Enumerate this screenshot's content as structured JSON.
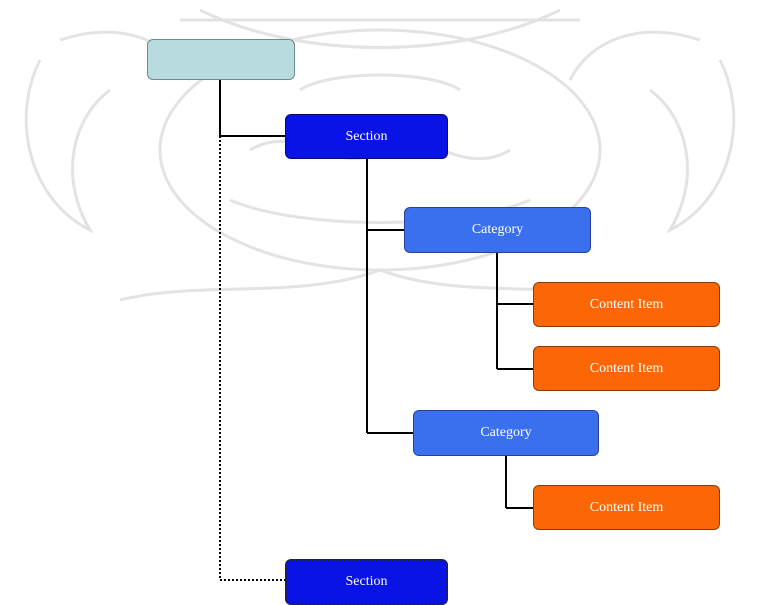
{
  "root": {
    "label": ""
  },
  "sections": [
    {
      "label": "Section"
    },
    {
      "label": "Section"
    }
  ],
  "categories": [
    {
      "label": "Category"
    },
    {
      "label": "Category"
    }
  ],
  "content_items": [
    {
      "label": "Content Item"
    },
    {
      "label": "Content Item"
    },
    {
      "label": "Content Item"
    }
  ],
  "colors": {
    "root": "#b7dbdf",
    "section": "#0a13e6",
    "category": "#3a6fee",
    "content_item": "#fb6706",
    "watermark": "#e6e6e6"
  }
}
